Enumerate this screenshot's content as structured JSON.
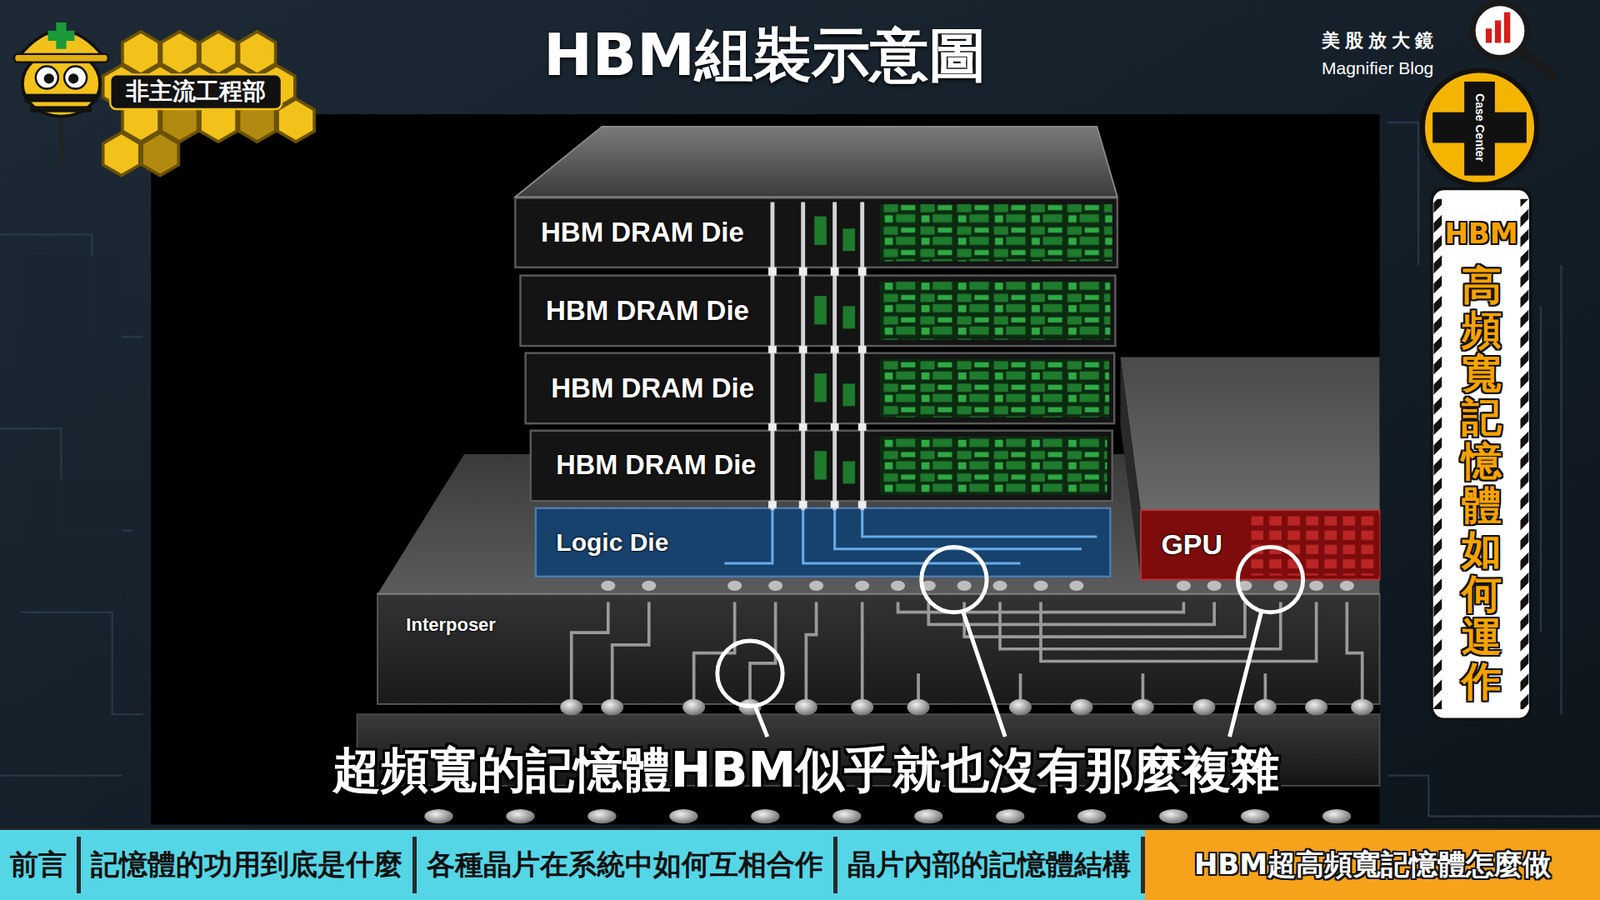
{
  "diagram": {
    "title": "HBM組裝示意圖",
    "caption": "超頻寬的記憶體HBM似乎就也沒有那麼複雜",
    "nodes": [
      {
        "text": [
          "HBM DRAM Die"
        ]
      },
      {
        "text": [
          "HBM DRAM Die"
        ]
      },
      {
        "text": [
          "HBM DRAM Die"
        ]
      },
      {
        "text": [
          "HBM DRAM Die"
        ]
      },
      {
        "text": [
          "Logic Die"
        ]
      },
      {
        "text": [
          "GPU"
        ]
      },
      {
        "text": [
          "Interposer"
        ]
      }
    ],
    "labels": [
      "非主流工程部",
      "美股放大鏡",
      "Magnifier Blog",
      "Case Center",
      "HBM",
      "高頻寬記憶體如何運作",
      "前言",
      "記憶體的功用到底是什麼",
      "各種晶片在系統中如何互相合作",
      "晶片內部的記憶體結構",
      "HBM超高頻寬記憶體怎麼做"
    ]
  }
}
